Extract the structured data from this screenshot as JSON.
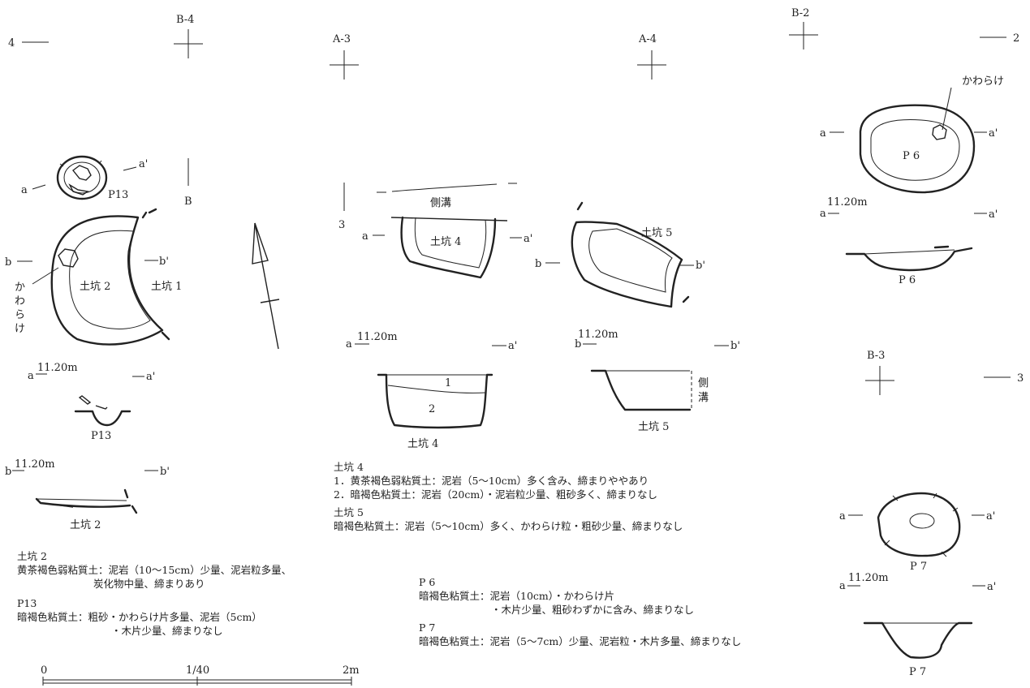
{
  "grid_points": [
    {
      "label": "B-4"
    },
    {
      "label": "A-3"
    },
    {
      "label": "A-4"
    },
    {
      "label": "B-2"
    },
    {
      "label": "B-3"
    }
  ],
  "grid_lines": {
    "line4": "4",
    "line2": "2",
    "line3_left": "3",
    "line3_right": "3",
    "lineB": "B"
  },
  "features": {
    "p13_plan": "P13",
    "pit2_plan": "土坑 2",
    "pit1_plan": "土坑 1",
    "kawarake_left": [
      "か",
      "わ",
      "ら",
      "け"
    ],
    "side_ditch": "側溝",
    "pit4_plan": "土坑 4",
    "pit5_plan": "土坑 5",
    "p6_plan": "P 6",
    "kawarake_right": "かわらけ",
    "p7_plan": "P 7"
  },
  "section_marks": {
    "a": "a",
    "a_prime": "a'",
    "b": "b",
    "b_prime": "b'",
    "elev": "11.20m"
  },
  "sections": {
    "p13": "P13",
    "pit2": "土坑 2",
    "pit4": "土坑 4",
    "pit4_layer1": "1",
    "pit4_layer2": "2",
    "pit5": "土坑 5",
    "pit5_ditch": [
      "側",
      "溝"
    ],
    "p6": "P 6",
    "p7": "P 7"
  },
  "notes": {
    "pit4_title": "土坑 4",
    "pit4_l1": "1．黄茶褐色弱粘質土：泥岩（5～10cm）多く含み、締まりややあり",
    "pit4_l2": "2．暗褐色粘質土：泥岩（20cm）・泥岩粒少量、粗砂多く、締まりなし",
    "pit5_title": "土坑 5",
    "pit5_l1": "暗褐色粘質土：泥岩（5～10cm）多く、かわらけ粒・粗砂少量、締まりなし",
    "pit2_title": "土坑 2",
    "pit2_l1": "黄茶褐色弱粘質土：泥岩（10～15cm）少量、泥岩粒多量、",
    "pit2_l2": "炭化物中量、締まりあり",
    "p13_title": "P13",
    "p13_l1": "暗褐色粘質土：粗砂・かわらけ片多量、泥岩（5cm）",
    "p13_l2": "・木片少量、締まりなし",
    "p6_title": "P 6",
    "p6_l1": "暗褐色粘質土：泥岩（10cm）・かわらけ片",
    "p6_l2": "・木片少量、粗砂わずかに含み、締まりなし",
    "p7_title": "P 7",
    "p7_l1": "暗褐色粘質土：泥岩（5～7cm）少量、泥岩粒・木片多量、締まりなし"
  },
  "scale": {
    "zero": "0",
    "ratio": "1/40",
    "max": "2m"
  }
}
